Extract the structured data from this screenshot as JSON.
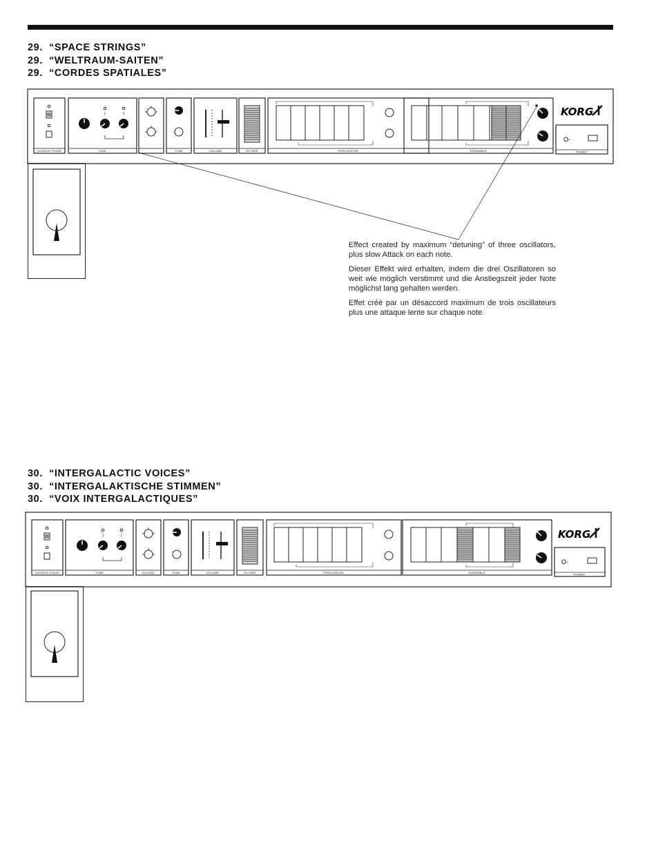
{
  "patch29": {
    "titles": [
      {
        "num": "29.",
        "text": "“SPACE STRINGS”"
      },
      {
        "num": "29.",
        "text": "“WELTRAUM-SAITEN”"
      },
      {
        "num": "29.",
        "text": "“CORDES SPATIALES”"
      }
    ],
    "description": [
      "Effect created by maximum “detuning” of three oscillators, plus slow Attack on each note.",
      "Dieser Effekt wird erhalten, indem die drei Oszilla­toren so weit wie möglich verstimmt und die An­stiegszeit jeder Note möglichst lang gehalten wer­den.",
      "Effet créé par un désaccord maximum de trois os­cillateurs plus une attaque lente sur chaque note."
    ]
  },
  "patch30": {
    "titles": [
      {
        "num": "30.",
        "text": "“INTERGALACTIC VOICES”"
      },
      {
        "num": "30.",
        "text": "“INTERGALAKTISCHE STIMMEN”"
      },
      {
        "num": "30.",
        "text": "“VOIX INTERGALACTIQUES”"
      }
    ]
  },
  "panel_labels": {
    "chorus_phase": "CHORUS PHASE",
    "tune": "TUNE",
    "accent": "ACCENT",
    "tone": "TONE",
    "volume": "VOLUME",
    "octave": "OCTAVE",
    "percussion": "PERCUSSION",
    "ensemble": "ENSEMBLE",
    "power": "POWER",
    "logo": "KORG",
    "power_mark": "O-"
  }
}
